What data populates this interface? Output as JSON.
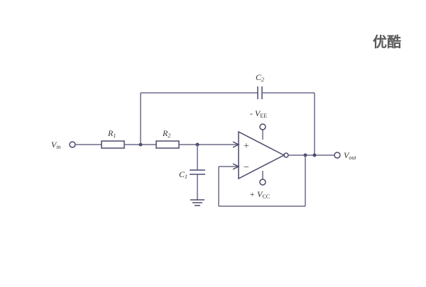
{
  "watermark": "优酷",
  "labels": {
    "vin": {
      "main": "V",
      "sub": "in"
    },
    "vout": {
      "main": "V",
      "sub": "out"
    },
    "r1": {
      "main": "R",
      "sub": "1"
    },
    "r2": {
      "main": "R",
      "sub": "2"
    },
    "c1": {
      "main": "C",
      "sub": "1"
    },
    "c2": {
      "main": "C",
      "sub": "2"
    },
    "vee": {
      "main": "- V",
      "sub": "EE"
    },
    "vcc": {
      "main": "+ V",
      "sub": "CC"
    },
    "plus": "+",
    "minus": "−"
  }
}
